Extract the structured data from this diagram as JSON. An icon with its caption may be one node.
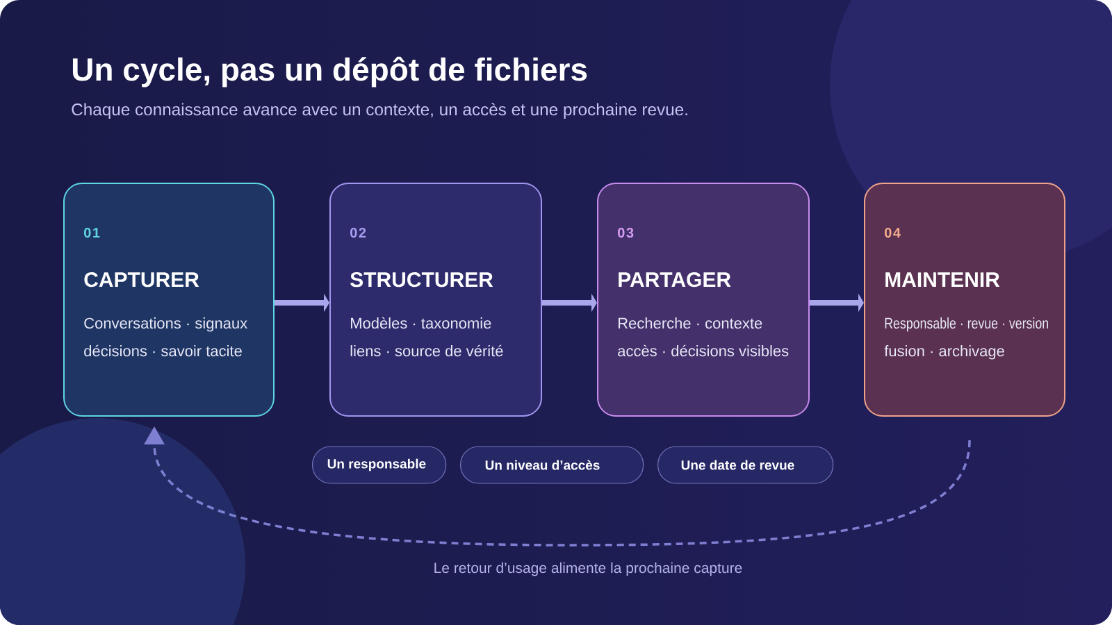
{
  "diagram": {
    "title": "Un cycle, pas un dépôt de fichiers",
    "labels": [
      "Chaque connaissance avance avec un contexte, un accès et une prochaine revue."
    ],
    "nodes": [
      {
        "text": [
          "01",
          "CAPTURER",
          "Conversations · signaux",
          "décisions · savoir tacite"
        ]
      },
      {
        "text": [
          "02",
          "STRUCTURER",
          "Modèles · taxonomie",
          "liens · source de vérité"
        ]
      },
      {
        "text": [
          "03",
          "PARTAGER",
          "Recherche · contexte",
          "accès · décisions visibles"
        ]
      },
      {
        "text": [
          "04",
          "MAINTENIR",
          "Responsable · revue · version",
          "fusion · archivage"
        ]
      },
      {
        "text": [
          "Un responsable"
        ]
      },
      {
        "text": [
          "Un niveau d’accès"
        ]
      },
      {
        "text": [
          "Une date de revue"
        ]
      }
    ],
    "edges": [
      {
        "from": 0,
        "to": 1,
        "arrow": "to"
      },
      {
        "from": 1,
        "to": 2,
        "arrow": "to"
      },
      {
        "from": 2,
        "to": 3,
        "arrow": "to"
      },
      {
        "from": 3,
        "to": 0,
        "arrow": "to",
        "style": "dashed",
        "color": "#7f7fd2"
      }
    ],
    "caption": "Le retour d’usage alimente la prochaine capture"
  }
}
